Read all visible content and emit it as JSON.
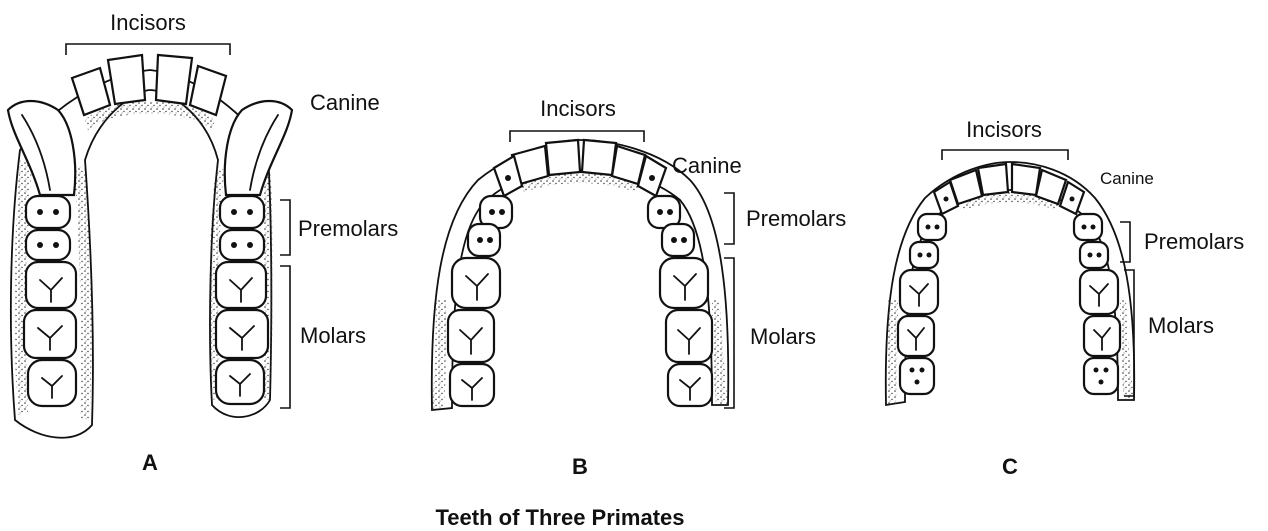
{
  "figure": {
    "caption": "Teeth of Three Primates",
    "panels": [
      {
        "letter": "A",
        "labels": {
          "incisors": "Incisors",
          "canine": "Canine",
          "premolars": "Premolars",
          "molars": "Molars"
        }
      },
      {
        "letter": "B",
        "labels": {
          "incisors": "Incisors",
          "canine": "Canine",
          "premolars": "Premolars",
          "molars": "Molars"
        }
      },
      {
        "letter": "C",
        "labels": {
          "incisors": "Incisors",
          "canine": "Canine",
          "premolars": "Premolars",
          "molars": "Molars"
        }
      }
    ]
  }
}
